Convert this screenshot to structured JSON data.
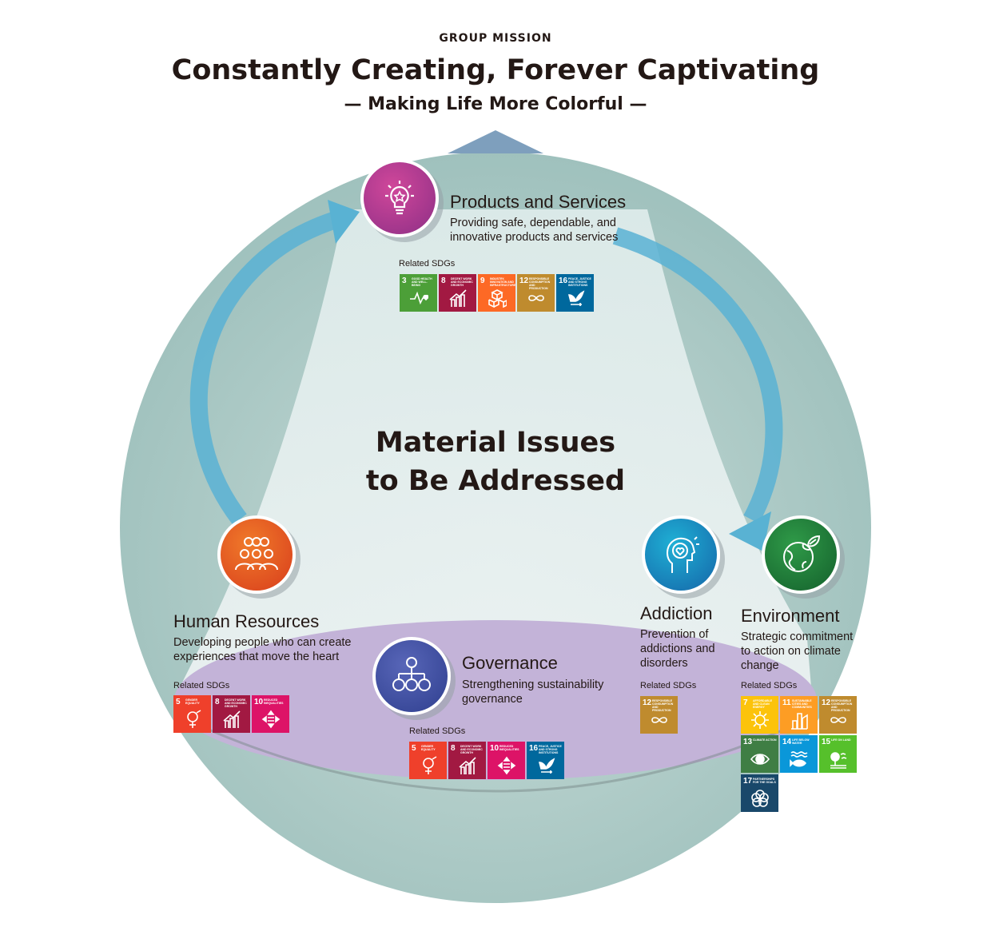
{
  "header": {
    "eyebrow": "GROUP MISSION",
    "title": "Constantly Creating, Forever Captivating",
    "subtitle": "— Making Life More Colorful —"
  },
  "center": {
    "line1": "Material Issues",
    "line2": "to Be Addressed"
  },
  "related_label": "Related SDGs",
  "sdgs": {
    "3": {
      "num": "3",
      "label": "Good health and well-being",
      "color": "#4C9F38",
      "icon": "heartbeat-icon"
    },
    "5": {
      "num": "5",
      "label": "Gender equality",
      "color": "#EF402B",
      "icon": "gender-icon"
    },
    "7": {
      "num": "7",
      "label": "Affordable and clean energy",
      "color": "#FCC30B",
      "icon": "sun-power-icon"
    },
    "8": {
      "num": "8",
      "label": "Decent work and economic growth",
      "color": "#A21942",
      "icon": "growth-chart-icon"
    },
    "9": {
      "num": "9",
      "label": "Industry, innovation and infrastructure",
      "color": "#FD6925",
      "icon": "cubes-icon"
    },
    "10": {
      "num": "10",
      "label": "Reduced inequalities",
      "color": "#DD1367",
      "icon": "equality-arrows-icon"
    },
    "11": {
      "num": "11",
      "label": "Sustainable cities and communities",
      "color": "#FD9D24",
      "icon": "city-icon"
    },
    "12": {
      "num": "12",
      "label": "Responsible consumption and production",
      "color": "#BF8B2E",
      "icon": "infinity-icon"
    },
    "13": {
      "num": "13",
      "label": "Climate action",
      "color": "#3F7E44",
      "icon": "eye-globe-icon"
    },
    "14": {
      "num": "14",
      "label": "Life below water",
      "color": "#0A97D9",
      "icon": "fish-icon"
    },
    "15": {
      "num": "15",
      "label": "Life on land",
      "color": "#56C02B",
      "icon": "tree-icon"
    },
    "16": {
      "num": "16",
      "label": "Peace, justice and strong institutions",
      "color": "#00689D",
      "icon": "dove-icon"
    },
    "17": {
      "num": "17",
      "label": "Partnerships for the goals",
      "color": "#19486A",
      "icon": "rings-icon"
    }
  },
  "issues": {
    "products": {
      "title": "Products and Services",
      "desc": "Providing safe, dependable, and innovative products and services",
      "icon": "lightbulb-star-icon",
      "color": "#B0327F",
      "sdgs": [
        "3",
        "8",
        "9",
        "12",
        "16"
      ]
    },
    "human": {
      "title": "Human Resources",
      "desc": "Developing people who can create experiences that move the heart",
      "icon": "people-group-icon",
      "color": "#E55A1F",
      "sdgs": [
        "5",
        "8",
        "10"
      ]
    },
    "governance": {
      "title": "Governance",
      "desc": "Strengthening sustainability governance",
      "icon": "org-chart-icon",
      "color": "#3E4FA0",
      "sdgs": [
        "5",
        "8",
        "10",
        "16"
      ]
    },
    "addiction": {
      "title": "Addiction",
      "desc": "Prevention of addictions and disorders",
      "icon": "head-heart-icon",
      "color": "#1A8AC2",
      "sdgs": [
        "12"
      ]
    },
    "environment": {
      "title": "Environment",
      "desc": "Strategic commitment to action on climate change",
      "icon": "earth-leaf-icon",
      "color": "#1F7F3A",
      "sdgs": [
        "7",
        "11",
        "12",
        "13",
        "14",
        "15",
        "17"
      ]
    }
  }
}
